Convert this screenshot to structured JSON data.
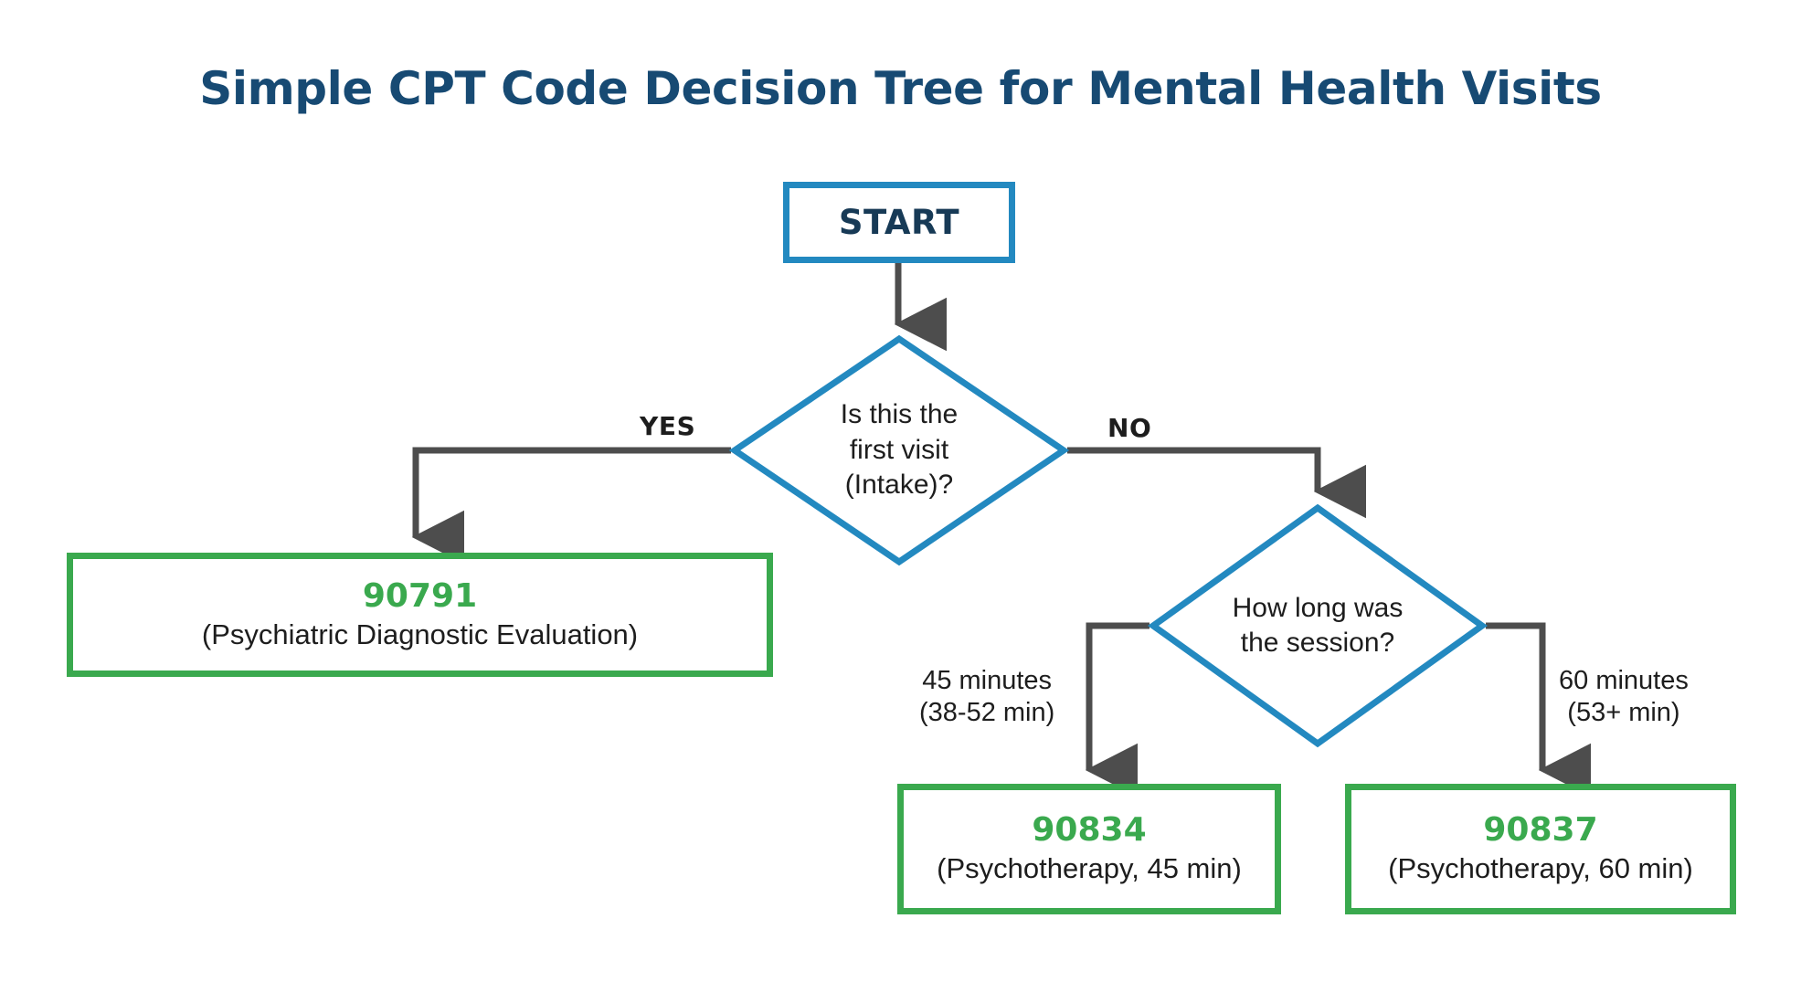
{
  "title": "Simple CPT Code Decision Tree for Mental Health Visits",
  "colors": {
    "title": "#174a73",
    "blue": "#2389c0",
    "green": "#3aa94e",
    "arrow": "#4d4d4d",
    "text": "#1d1d1d",
    "background": "#ffffff"
  },
  "nodes": {
    "start": {
      "label": "START",
      "shape": "rectangle",
      "border_color": "#2389c0"
    },
    "decision_intake": {
      "shape": "diamond",
      "border_color": "#2389c0",
      "line1": "Is this the",
      "line2": "first visit",
      "line3": "(Intake)?"
    },
    "decision_duration": {
      "shape": "diamond",
      "border_color": "#2389c0",
      "line1": "How long was",
      "line2": "the session?"
    },
    "code_90791": {
      "shape": "rectangle",
      "border_color": "#3aa94e",
      "code": "90791",
      "description": "(Psychiatric Diagnostic Evaluation)"
    },
    "code_90834": {
      "shape": "rectangle",
      "border_color": "#3aa94e",
      "code": "90834",
      "description": "(Psychotherapy, 45 min)"
    },
    "code_90837": {
      "shape": "rectangle",
      "border_color": "#3aa94e",
      "code": "90837",
      "description": "(Psychotherapy, 60 min)"
    }
  },
  "edges": {
    "yes": "YES",
    "no": "NO",
    "forty_five_line1": "45 minutes",
    "forty_five_line2": "(38-52 min)",
    "sixty_line1": "60 minutes",
    "sixty_line2": "(53+ min)"
  },
  "chart_data": {
    "type": "flowchart",
    "title": "Simple CPT Code Decision Tree for Mental Health Visits",
    "nodes": [
      {
        "id": "start",
        "type": "terminator",
        "text": "START"
      },
      {
        "id": "decision_intake",
        "type": "decision",
        "text": "Is this the first visit (Intake)?"
      },
      {
        "id": "code_90791",
        "type": "outcome",
        "text": "90791 (Psychiatric Diagnostic Evaluation)"
      },
      {
        "id": "decision_duration",
        "type": "decision",
        "text": "How long was the session?"
      },
      {
        "id": "code_90834",
        "type": "outcome",
        "text": "90834 (Psychotherapy, 45 min)"
      },
      {
        "id": "code_90837",
        "type": "outcome",
        "text": "90837 (Psychotherapy, 60 min)"
      }
    ],
    "links": [
      {
        "from": "start",
        "to": "decision_intake",
        "label": ""
      },
      {
        "from": "decision_intake",
        "to": "code_90791",
        "label": "YES"
      },
      {
        "from": "decision_intake",
        "to": "decision_duration",
        "label": "NO"
      },
      {
        "from": "decision_duration",
        "to": "code_90834",
        "label": "45 minutes (38-52 min)"
      },
      {
        "from": "decision_duration",
        "to": "code_90837",
        "label": "60 minutes (53+ min)"
      }
    ]
  }
}
